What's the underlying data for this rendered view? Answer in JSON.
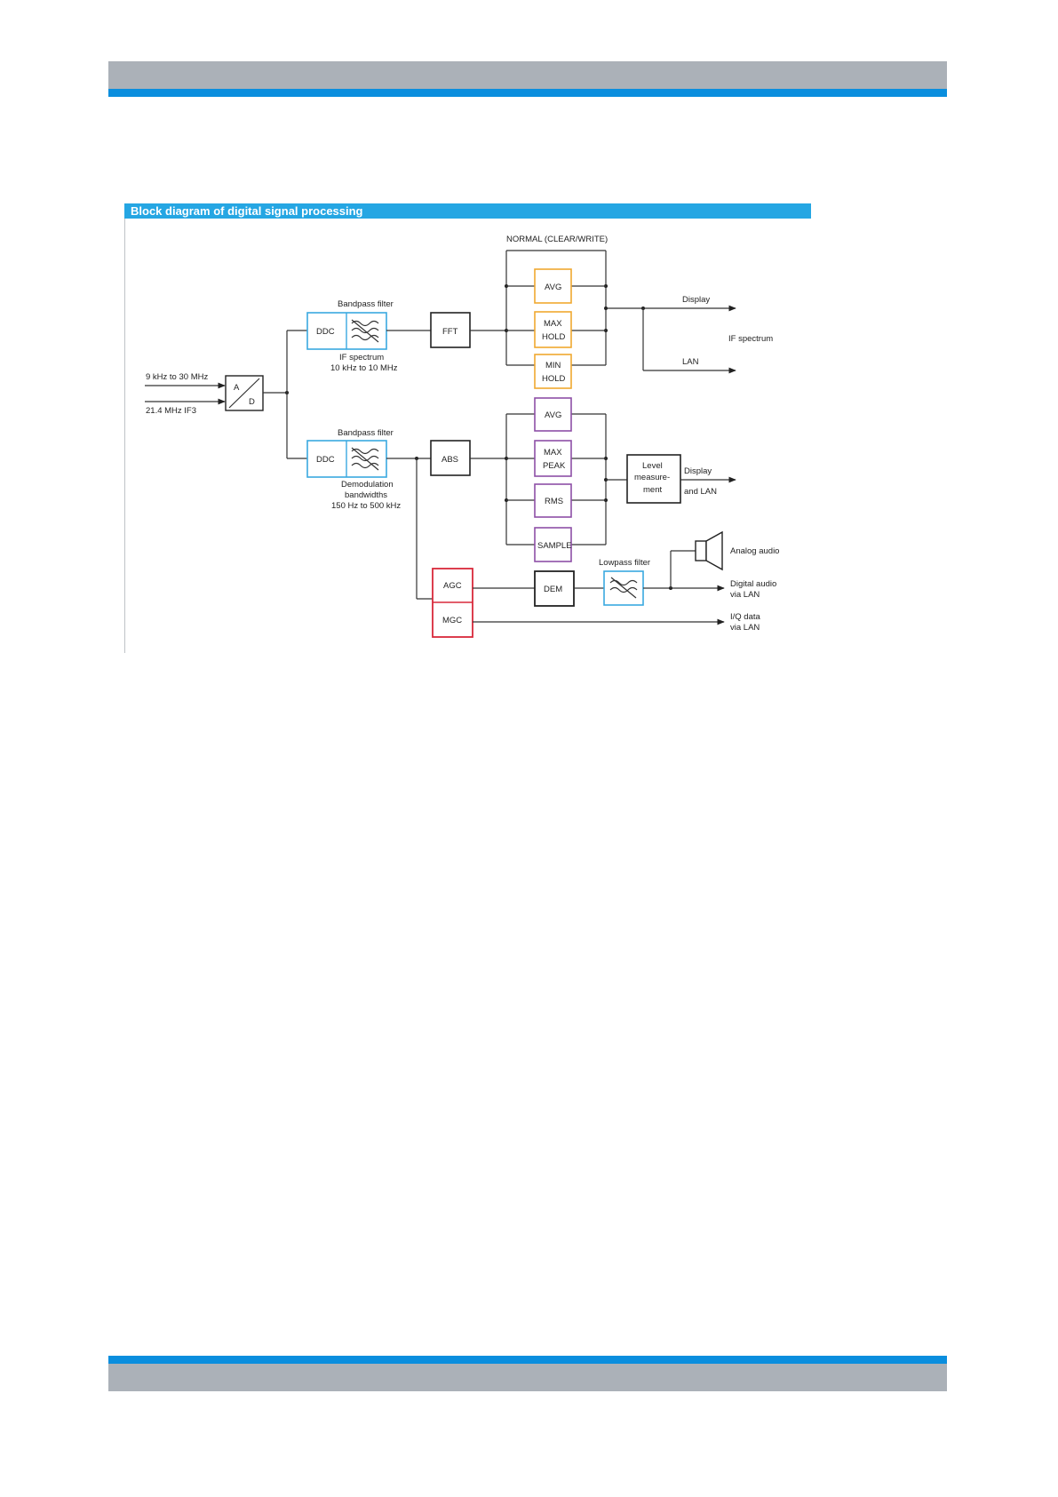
{
  "figure": {
    "title": "Block diagram of digital signal processing"
  },
  "colors": {
    "header_gray": "#abb1b8",
    "header_blue": "#0a8ede",
    "title_bar": "#25a6e3",
    "ddc_blue": "#3aa9e0",
    "detector_orange": "#f0a830",
    "detector_purple": "#8e4fa6",
    "agc_red": "#d8293b",
    "black_block": "#222222"
  },
  "inputs": {
    "in1": "9 kHz to 30 MHz",
    "in2": "21.4 MHz   IF3"
  },
  "blocks": {
    "ad_a": "A",
    "ad_d": "D",
    "ddc_upper": "DDC",
    "ddc_lower": "DDC",
    "fft": "FFT",
    "abs": "ABS",
    "avg_upper": "AVG",
    "max_hold": [
      "MAX",
      "HOLD"
    ],
    "min_hold": [
      "MIN",
      "HOLD"
    ],
    "avg_lower": "AVG",
    "max_peak": [
      "MAX",
      "PEAK"
    ],
    "rms": "RMS",
    "sample": "SAMPLE",
    "level_measurement": [
      "Level",
      "measure-",
      "ment"
    ],
    "agc": "AGC",
    "mgc": "MGC",
    "dem": "DEM"
  },
  "labels": {
    "bandpass_upper": "Bandpass filter",
    "bandpass_lower": "Bandpass filter",
    "if_spectrum_1": "IF spectrum",
    "if_spectrum_2": "10 kHz to 10 MHz",
    "demod_1": "Demodulation",
    "demod_2": "bandwidths",
    "demod_3": "150 Hz to 500 kHz",
    "normal": "NORMAL (CLEAR/WRITE)",
    "lowpass": "Lowpass filter"
  },
  "outputs": {
    "display_upper": "Display",
    "lan_upper": "LAN",
    "if_spectrum_out": "IF spectrum",
    "display_lower": "Display",
    "and_lan": "and LAN",
    "analog_audio": "Analog audio",
    "digital_audio_1": "Digital audio",
    "digital_audio_2": "via LAN",
    "iq_data_1": "I/Q data",
    "iq_data_2": "via LAN"
  }
}
